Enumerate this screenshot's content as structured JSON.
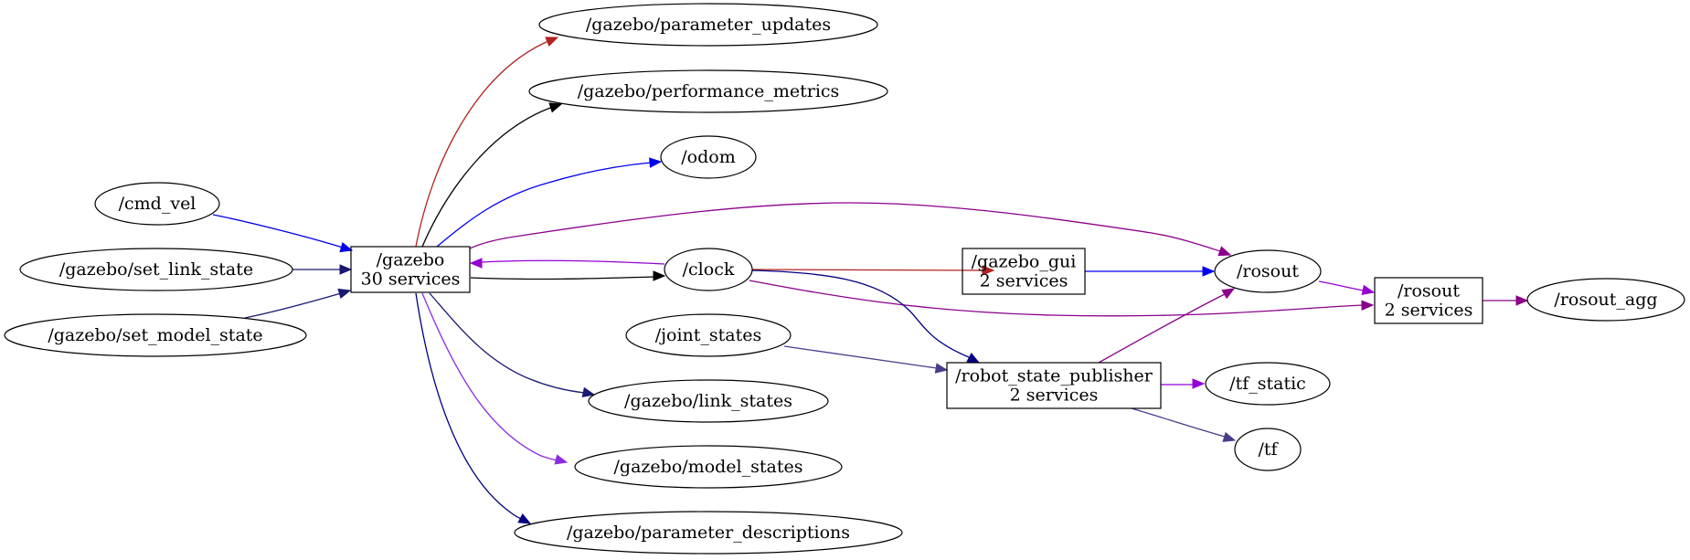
{
  "graph": {
    "nodes": [
      {
        "id": "cmd_vel",
        "kind": "topic",
        "lines": [
          "/cmd_vel"
        ]
      },
      {
        "id": "set_link_state",
        "kind": "topic",
        "lines": [
          "/gazebo/set_link_state"
        ]
      },
      {
        "id": "set_model_state",
        "kind": "topic",
        "lines": [
          "/gazebo/set_model_state"
        ]
      },
      {
        "id": "gazebo",
        "kind": "node",
        "lines": [
          "/gazebo",
          "30 services"
        ]
      },
      {
        "id": "parameter_updates",
        "kind": "topic",
        "lines": [
          "/gazebo/parameter_updates"
        ]
      },
      {
        "id": "performance_metrics",
        "kind": "topic",
        "lines": [
          "/gazebo/performance_metrics"
        ]
      },
      {
        "id": "odom",
        "kind": "topic",
        "lines": [
          "/odom"
        ]
      },
      {
        "id": "clock",
        "kind": "topic",
        "lines": [
          "/clock"
        ]
      },
      {
        "id": "joint_states",
        "kind": "topic",
        "lines": [
          "/joint_states"
        ]
      },
      {
        "id": "link_states",
        "kind": "topic",
        "lines": [
          "/gazebo/link_states"
        ]
      },
      {
        "id": "model_states",
        "kind": "topic",
        "lines": [
          "/gazebo/model_states"
        ]
      },
      {
        "id": "parameter_descriptions",
        "kind": "topic",
        "lines": [
          "/gazebo/parameter_descriptions"
        ]
      },
      {
        "id": "gazebo_gui",
        "kind": "node",
        "lines": [
          "/gazebo_gui",
          "2 services"
        ]
      },
      {
        "id": "rsp",
        "kind": "node",
        "lines": [
          "/robot_state_publisher",
          "2 services"
        ]
      },
      {
        "id": "rosout_topic",
        "kind": "topic",
        "lines": [
          "/rosout"
        ]
      },
      {
        "id": "tf_static",
        "kind": "topic",
        "lines": [
          "/tf_static"
        ]
      },
      {
        "id": "tf",
        "kind": "topic",
        "lines": [
          "/tf"
        ]
      },
      {
        "id": "rosout_node",
        "kind": "node",
        "lines": [
          "/rosout",
          "2 services"
        ]
      },
      {
        "id": "rosout_agg",
        "kind": "topic",
        "lines": [
          "/rosout_agg"
        ]
      }
    ],
    "edges": [
      {
        "from": "cmd_vel",
        "to": "gazebo",
        "color": "#0000ee"
      },
      {
        "from": "set_link_state",
        "to": "gazebo",
        "color": "#191970"
      },
      {
        "from": "set_model_state",
        "to": "gazebo",
        "color": "#191970"
      },
      {
        "from": "gazebo",
        "to": "parameter_updates",
        "color": "#b22222"
      },
      {
        "from": "gazebo",
        "to": "performance_metrics",
        "color": "#000000"
      },
      {
        "from": "gazebo",
        "to": "odom",
        "color": "#0000ee"
      },
      {
        "from": "gazebo",
        "to": "rosout_topic",
        "color": "#8b008b"
      },
      {
        "from": "clock",
        "to": "gazebo",
        "color": "#9400d3"
      },
      {
        "from": "gazebo",
        "to": "clock",
        "color": "#000000"
      },
      {
        "from": "gazebo",
        "to": "link_states",
        "color": "#191970"
      },
      {
        "from": "gazebo",
        "to": "model_states",
        "color": "#8a2be2"
      },
      {
        "from": "gazebo",
        "to": "parameter_descriptions",
        "color": "#000080"
      },
      {
        "from": "clock",
        "to": "gazebo_gui",
        "color": "#b22222"
      },
      {
        "from": "clock",
        "to": "rosout_node",
        "color": "#8b008b"
      },
      {
        "from": "clock",
        "to": "rsp",
        "color": "#000080"
      },
      {
        "from": "joint_states",
        "to": "rsp",
        "color": "#483d8b"
      },
      {
        "from": "gazebo_gui",
        "to": "rosout_topic",
        "color": "#0000ee"
      },
      {
        "from": "rsp",
        "to": "rosout_topic",
        "color": "#8b008b"
      },
      {
        "from": "rsp",
        "to": "tf_static",
        "color": "#9400d3"
      },
      {
        "from": "rsp",
        "to": "tf",
        "color": "#483d8b"
      },
      {
        "from": "rosout_topic",
        "to": "rosout_node",
        "color": "#9400d3"
      },
      {
        "from": "rosout_node",
        "to": "rosout_agg",
        "color": "#8b008b"
      }
    ]
  }
}
